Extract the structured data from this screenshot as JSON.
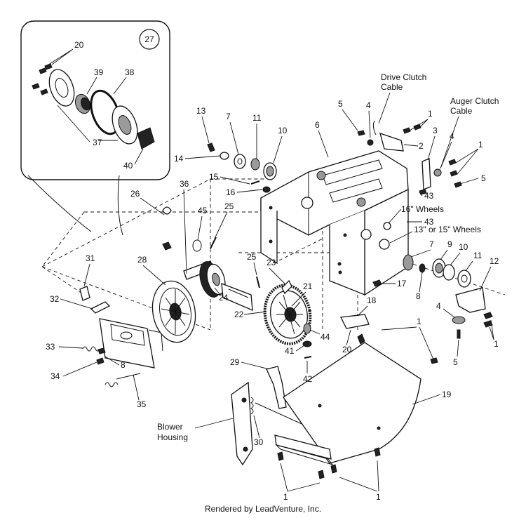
{
  "diagram": {
    "inset_callout": "27",
    "callouts": {
      "inset": [
        "20",
        "39",
        "38",
        "37",
        "40"
      ],
      "top_left": [
        "13",
        "7",
        "11",
        "10",
        "14",
        "15",
        "16",
        "6",
        "5",
        "4"
      ],
      "top_right": [
        "1",
        "2",
        "3",
        "4",
        "1",
        "5",
        "43",
        "43",
        "7",
        "9",
        "10",
        "11",
        "8",
        "17",
        "12",
        "4",
        "5",
        "1"
      ],
      "middle": [
        "26",
        "36",
        "45",
        "25",
        "25",
        "23",
        "28",
        "31",
        "32",
        "24",
        "22",
        "21",
        "44",
        "41",
        "18",
        "20",
        "1",
        "29",
        "42",
        "19",
        "33",
        "34",
        "8",
        "35",
        "30",
        "1",
        "1"
      ]
    },
    "text_labels": {
      "drive_clutch_cable": [
        "Drive Clutch",
        "Cable"
      ],
      "auger_clutch_cable": [
        "Auger Clutch",
        "Cable"
      ],
      "wheels_16": "16\" Wheels",
      "wheels_13_15": "13\" or 15\" Wheels",
      "blower_housing": [
        "Blower",
        "Housing"
      ]
    },
    "footer": "Rendered by LeadVenture, Inc."
  }
}
